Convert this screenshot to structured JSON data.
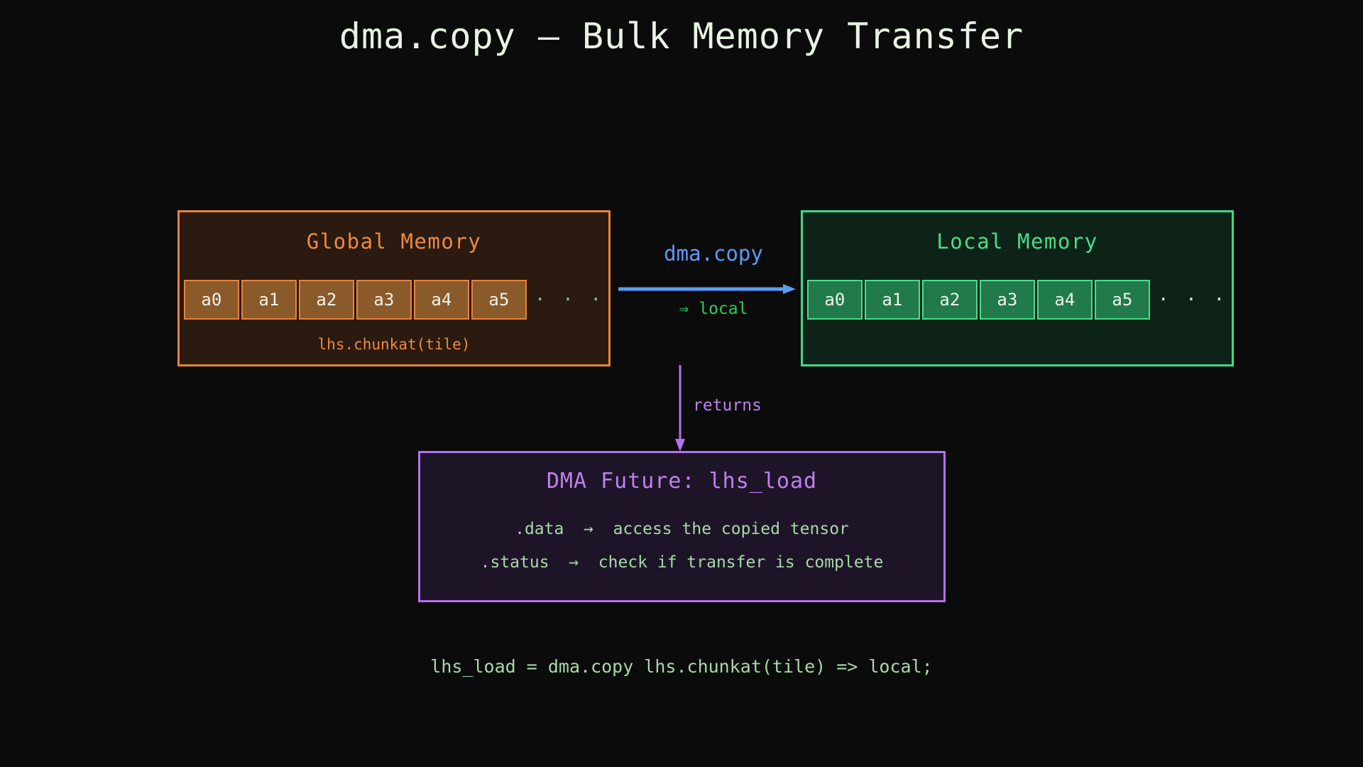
{
  "title": "dma.copy — Bulk Memory Transfer",
  "colors": {
    "background": "#0b0b0c",
    "title_text": "#e8f3e4",
    "global_border": "#e8833a",
    "global_fill": "#2a1a10",
    "global_cell_fill": "#8b5a2b",
    "global_text": "#f08a3c",
    "local_border": "#3ddc84",
    "local_fill": "#0d2318",
    "local_cell_fill": "#217a4a",
    "local_text": "#49dd8b",
    "dma_arrow": "#5b9bf5",
    "local_label_green": "#2ecc5e",
    "future_border": "#b76ef0",
    "future_fill": "#1d1527",
    "future_title": "#c07ff0",
    "future_body": "#a8d8a8",
    "code_text": "#a8d8a8"
  },
  "global_memory": {
    "title": "Global Memory",
    "cells": [
      "a0",
      "a1",
      "a2",
      "a3",
      "a4",
      "a5"
    ],
    "ellipsis": "· · ·",
    "caption": "lhs.chunkat(tile)"
  },
  "local_memory": {
    "title": "Local Memory",
    "cells": [
      "a0",
      "a1",
      "a2",
      "a3",
      "a4",
      "a5"
    ],
    "ellipsis": "· · ·"
  },
  "transfer_arrow": {
    "label": "dma.copy",
    "sublabel": "⇒ local",
    "icon": "right-arrow-icon"
  },
  "returns_arrow": {
    "label": "returns",
    "icon": "down-arrow-icon"
  },
  "future_box": {
    "title": "DMA Future: lhs_load",
    "lines": [
      ".data  →  access the copied tensor",
      ".status  →  check if transfer is complete"
    ]
  },
  "code": "lhs_load = dma.copy lhs.chunkat(tile) => local;"
}
